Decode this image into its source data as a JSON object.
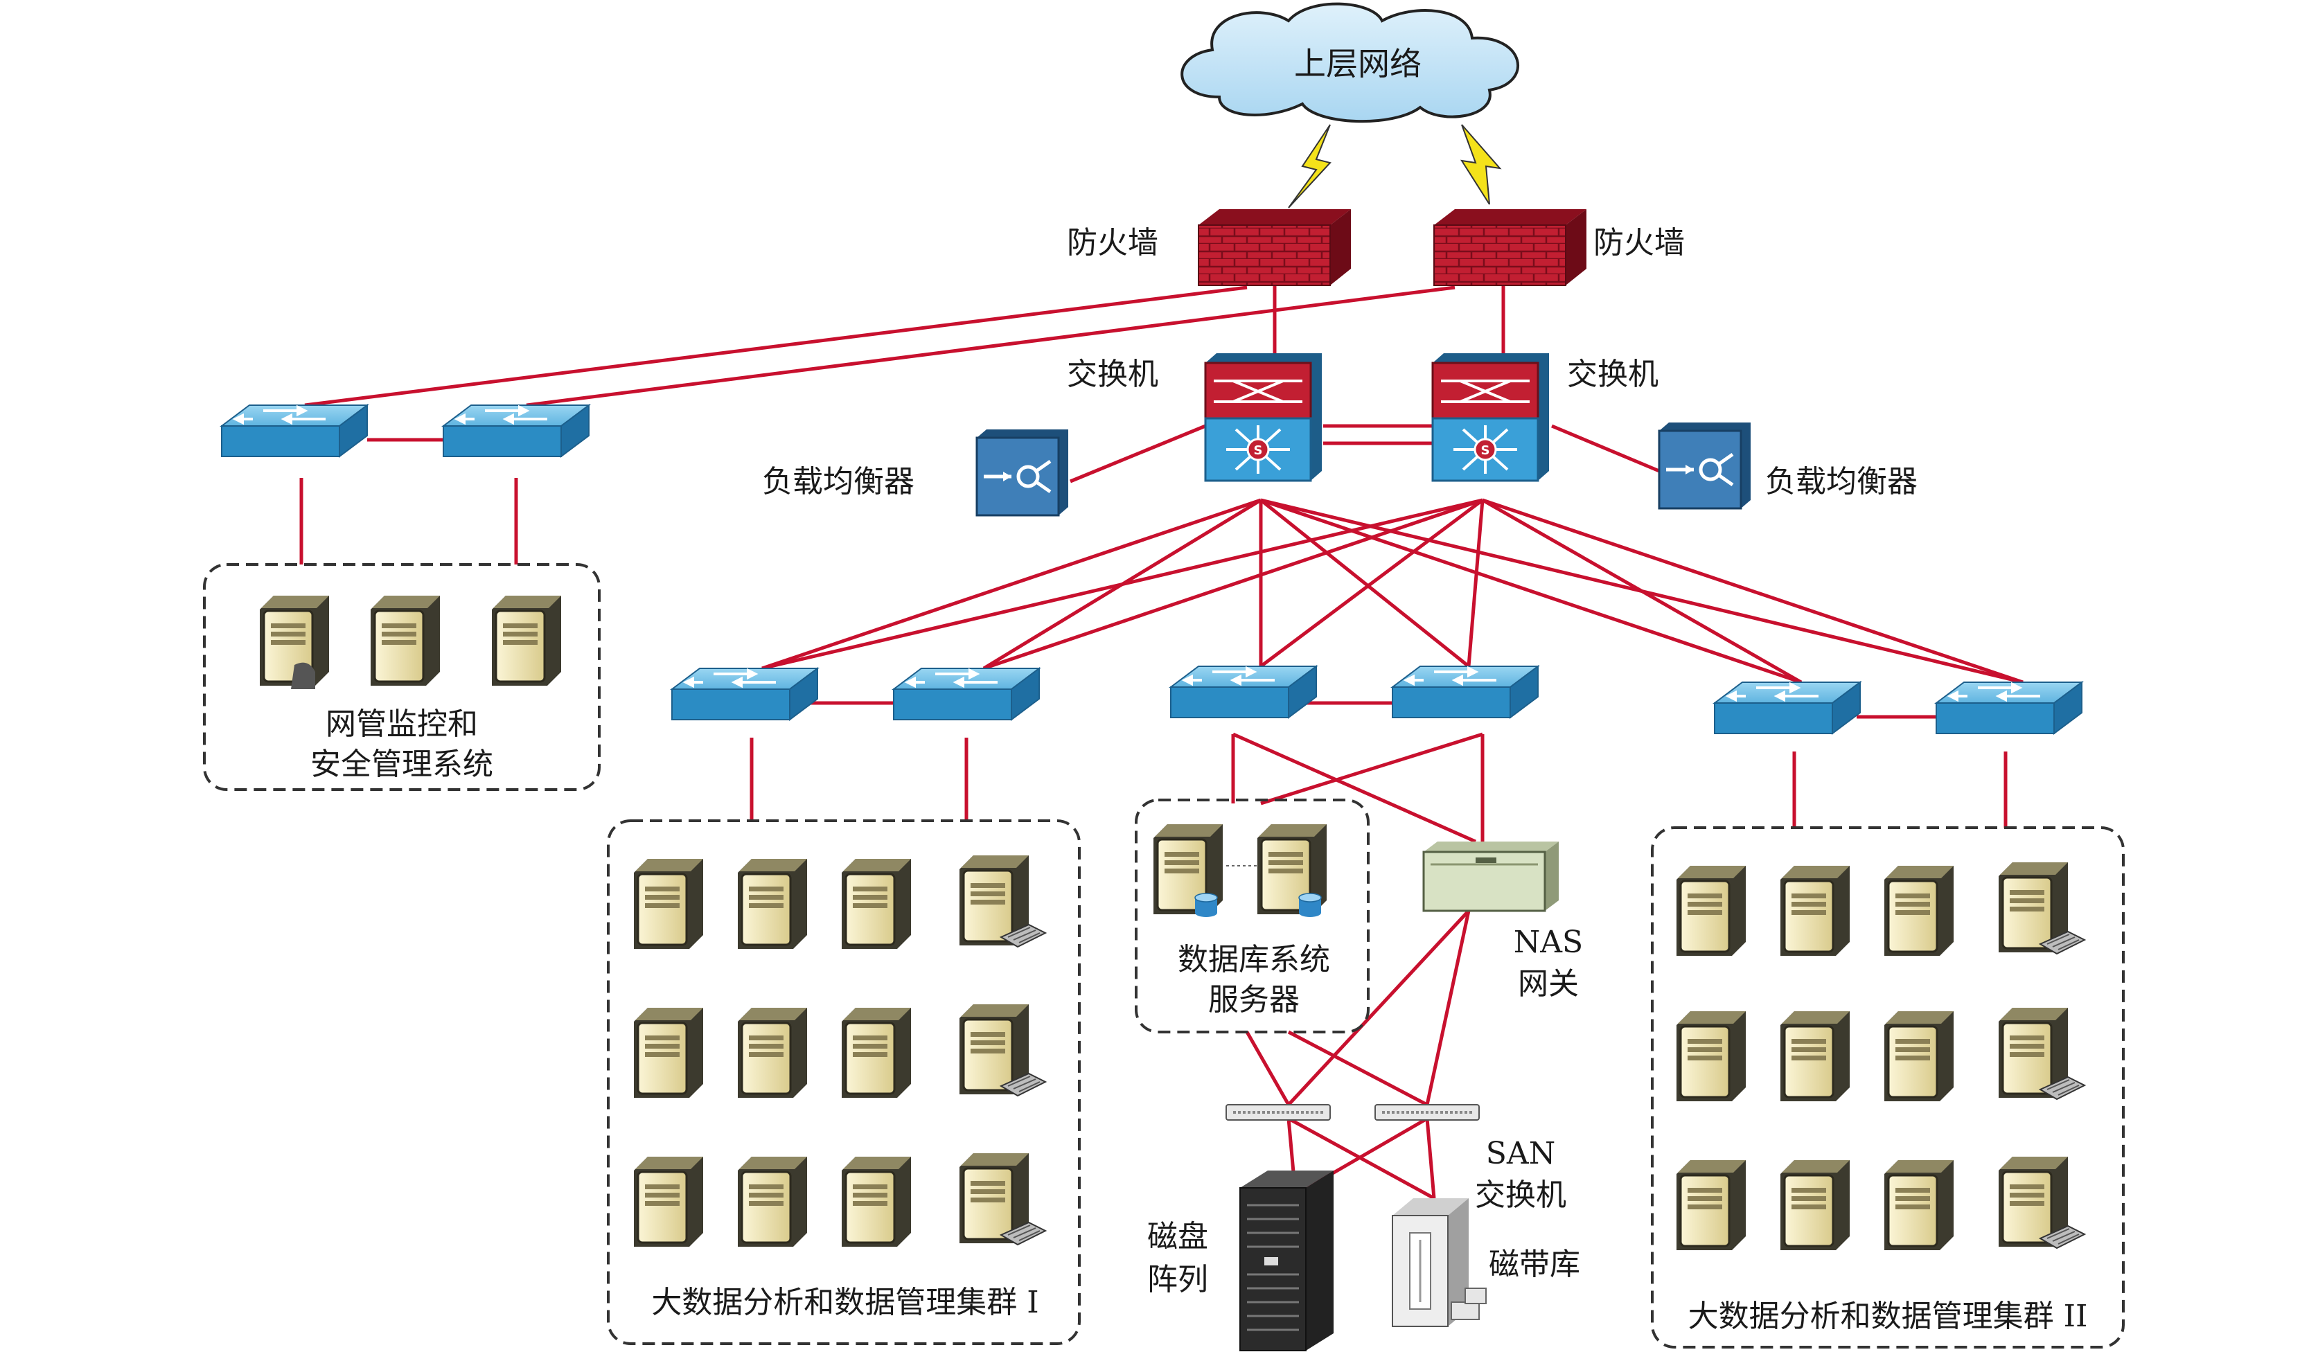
{
  "cloud": {
    "label": "上层网络"
  },
  "labels": {
    "firewall_left": "防火墙",
    "firewall_right": "防火墙",
    "core_switch_left": "交换机",
    "core_switch_right": "交换机",
    "lb_left": "负载均衡器",
    "lb_right": "负载均衡器",
    "mgmt_line1": "网管监控和",
    "mgmt_line2": "安全管理系统",
    "db_line1": "数据库系统",
    "db_line2": "服务器",
    "nas_line1": "NAS",
    "nas_line2": "网关",
    "san_line1": "SAN",
    "san_line2": "交换机",
    "disk_line1": "磁盘",
    "disk_line2": "阵列",
    "tape": "磁带库",
    "cluster1": "大数据分析和数据管理集群 I",
    "cluster2": "大数据分析和数据管理集群 II"
  },
  "colors": {
    "link": "#c8102e",
    "switch_top": "#6ec0e8",
    "switch_front": "#2b8cc4",
    "firewall": "#c21f32",
    "server_body": "#efe6b8",
    "cloud": "#bfe3f7"
  }
}
